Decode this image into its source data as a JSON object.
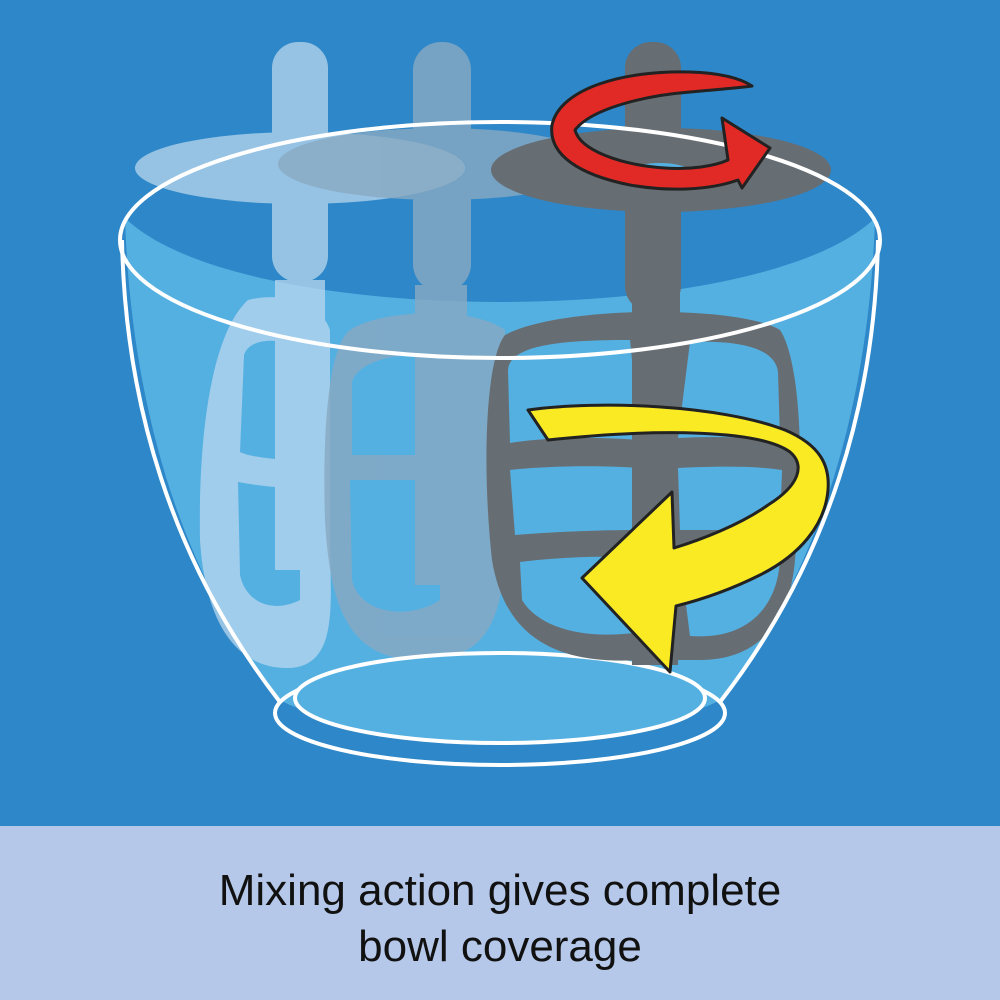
{
  "caption": {
    "line1": "Mixing action gives complete",
    "line2": "bowl coverage"
  },
  "colors": {
    "background": "#2e87c8",
    "bowl_fill": "#55b0e2",
    "bowl_outline": "#ffffff",
    "beater": "#676e73",
    "ghost_beater_light": "#b9d7ee",
    "ghost_beater_mid": "#88a9c2",
    "rotation_arrow": "#e12a26",
    "motion_arrow": "#f9ea23",
    "caption_band": "#b5c8e9",
    "caption_text": "#111111"
  },
  "icons": {
    "bowl": "glass-mixing-bowl",
    "beater": "flat-beater-icon",
    "rotation_arrow": "red-rotation-arrow-icon",
    "motion_arrow": "yellow-circular-arrow-icon"
  }
}
